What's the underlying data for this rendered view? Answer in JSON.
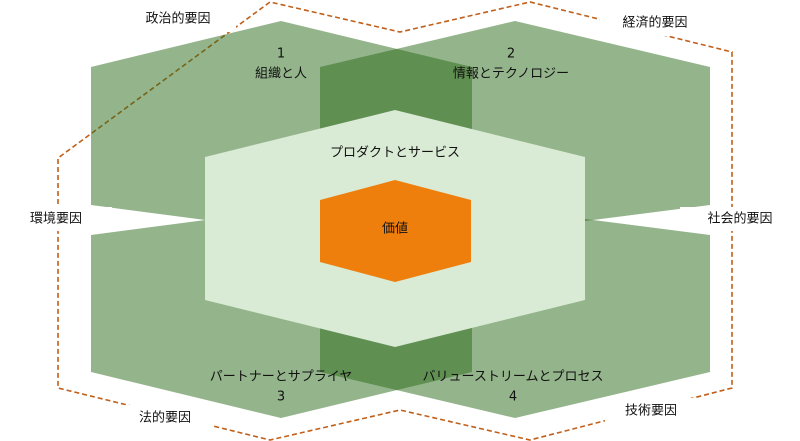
{
  "colors": {
    "green_light": "#93b38a",
    "green_dark": "#66965a",
    "product": "#d9ead5",
    "value": "#ef7f0c",
    "dashed": "#c0601a"
  },
  "dimensions": [
    {
      "number": "1",
      "label": "組織と人"
    },
    {
      "number": "2",
      "label": "情報とテクノロジー"
    },
    {
      "number": "3",
      "label": "パートナーとサプライヤ"
    },
    {
      "number": "4",
      "label": "バリューストリームとプロセス"
    }
  ],
  "product_label": "プロダクトとサービス",
  "value_label": "価値",
  "factors": {
    "political": "政治的要因",
    "economic": "経済的要因",
    "environmental": "環境要因",
    "social": "社会的要因",
    "legal": "法的要因",
    "technological": "技術要因"
  }
}
